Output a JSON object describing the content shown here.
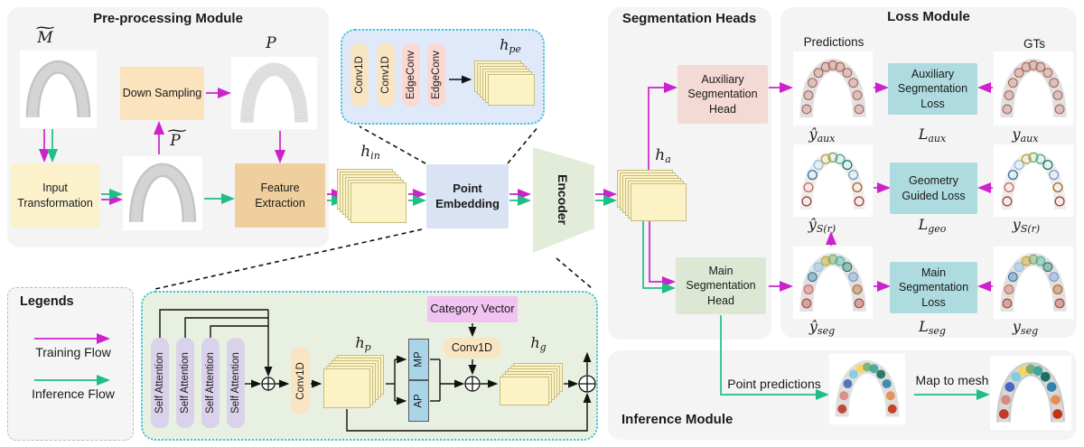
{
  "colors": {
    "training_flow": "#cc22cc",
    "inference_flow": "#1fbe86",
    "panel_bg": "#f4f4f4",
    "pe_detail_bg": "#dfe9f9",
    "encoder_detail_bg": "#e8f1e1",
    "detail_border": "#3cc4d8",
    "stack_fill": "#fbf3c6",
    "conv_pill": "#fae5c3",
    "edgeconv_pill": "#fbd9d2",
    "attention_pill": "#d9d2ea",
    "pool_cell": "#aad5e9",
    "category_vector_box": "#f1c3f1",
    "point_embedding_box": "#d9e3f3",
    "encoder_fill": "#e2ecd9",
    "aux_head_box": "#f3dad4",
    "main_head_box": "#dde8d4",
    "loss_box": "#aedbdf",
    "input_transform_box": "#fbf2cc",
    "down_sampling_box": "#fae3bd",
    "feature_extraction_box": "#f0cf9e",
    "aux_fill": "#d9a89c",
    "aux_stroke": "#a96355",
    "seg_palette": [
      "#b03a2e",
      "#cd6155",
      "#2874a6",
      "#85c1e9",
      "#c8a415",
      "#7aa95c",
      "#45b39d",
      "#117a65",
      "#6c9bd1",
      "#af601a",
      "#b03a2e"
    ],
    "bright_palette": [
      "#c0392b",
      "#d98880",
      "#4a69bd",
      "#82ccdd",
      "#f6d55c",
      "#78b06e",
      "#40a798",
      "#1f6f61",
      "#2e86ab",
      "#e58e4f",
      "#c23616"
    ]
  },
  "pre": {
    "title": "Pre-processing Module",
    "m_label": {
      "accent": "~",
      "base": "M"
    },
    "p_label": {
      "base": "P"
    },
    "p_tilde_label": {
      "accent": "~",
      "base": "P"
    },
    "boxes": {
      "input_transformation": "Input Transformation",
      "down_sampling": "Down Sampling",
      "feature_extraction": "Feature Extraction"
    }
  },
  "pe_detail": {
    "layers": [
      "Conv1D",
      "Conv1D",
      "EdgeConv",
      "EdgeConv"
    ],
    "h_pe": {
      "base": "h",
      "sub": "pe"
    }
  },
  "backbone": {
    "h_in": {
      "base": "h",
      "sub": "in"
    },
    "point_embedding": "Point Embedding",
    "encoder": "Encoder",
    "h_a": {
      "base": "h",
      "sub": "a"
    }
  },
  "encoder_detail": {
    "self_attention": [
      "Self Attention",
      "Self Attention",
      "Self Attention",
      "Self Attention"
    ],
    "conv1d_a": "Conv1D",
    "h_p": {
      "base": "h",
      "sub": "p"
    },
    "mp": "MP",
    "ap": "AP",
    "category_vector": "Category Vector",
    "conv1d_b": "Conv1D",
    "h_g": {
      "base": "h",
      "sub": "g"
    }
  },
  "heads": {
    "title": "Segmentation Heads",
    "aux_head": "Auxiliary Segmentation Head",
    "main_head": "Main Segmentation Head"
  },
  "loss": {
    "title": "Loss Module",
    "predictions_label": "Predictions",
    "gts_label": "GTs",
    "rows": [
      {
        "box": "Auxiliary Segmentation Loss",
        "pred": {
          "base": "ŷ",
          "sub": "aux"
        },
        "loss": {
          "base": "L",
          "sub": "aux"
        },
        "gt": {
          "base": "y",
          "sub": "aux"
        }
      },
      {
        "box": "Geometry Guided Loss",
        "pred": {
          "base": "ŷ",
          "sub": "S(r)"
        },
        "loss": {
          "base": "L",
          "sub": "geo"
        },
        "gt": {
          "base": "y",
          "sub": "S(r)"
        }
      },
      {
        "box": "Main Segmentation Loss",
        "pred": {
          "base": "ŷ",
          "sub": "seg"
        },
        "loss": {
          "base": "L",
          "sub": "seg"
        },
        "gt": {
          "base": "y",
          "sub": "seg"
        }
      }
    ]
  },
  "inference": {
    "title": "Inference Module",
    "point_predictions": "Point predictions",
    "map_to_mesh": "Map to mesh"
  },
  "legends": {
    "title": "Legends",
    "training": "Training Flow",
    "inference": "Inference Flow"
  }
}
